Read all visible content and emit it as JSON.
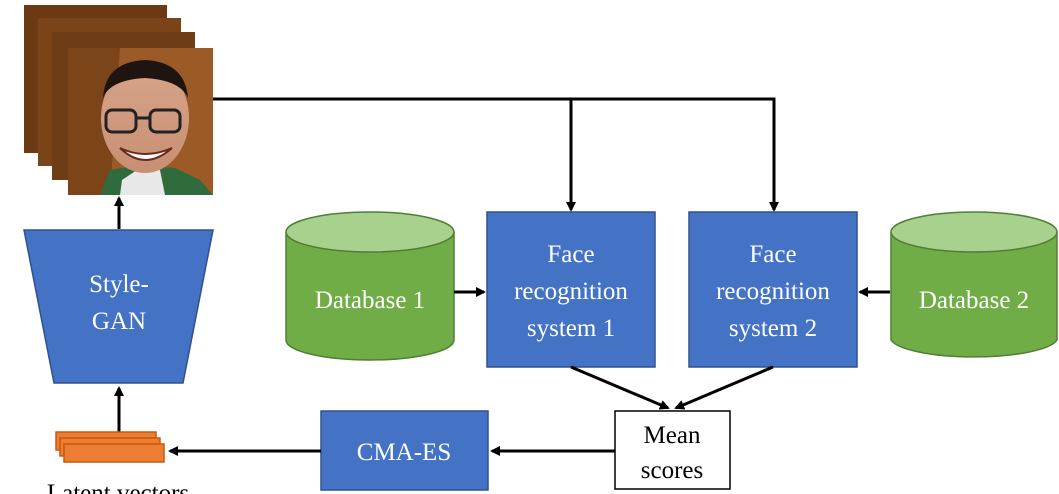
{
  "nodes": {
    "stylegan": {
      "line1": "Style-",
      "line2": "GAN"
    },
    "database1": {
      "label": "Database 1"
    },
    "database2": {
      "label": "Database 2"
    },
    "frs1": {
      "line1": "Face",
      "line2": "recognition",
      "line3": "system 1"
    },
    "frs2": {
      "line1": "Face",
      "line2": "recognition",
      "line3": "system 2"
    },
    "mean_scores": {
      "line1": "Mean",
      "line2": "scores"
    },
    "cmaes": {
      "label": "CMA-ES"
    },
    "latent_vectors": {
      "label": "Latent vectors"
    }
  },
  "colors": {
    "blue_fill": "#4472c4",
    "blue_stroke": "#2f528f",
    "green_fill": "#70ad47",
    "green_top": "#a9d18e",
    "green_stroke": "#507e32",
    "orange_fill": "#ed7d31",
    "orange_stroke": "#c55a11",
    "arrow": "#000000"
  },
  "icons": [
    "face-photo-stack-icon",
    "latent-vector-stack-icon"
  ]
}
